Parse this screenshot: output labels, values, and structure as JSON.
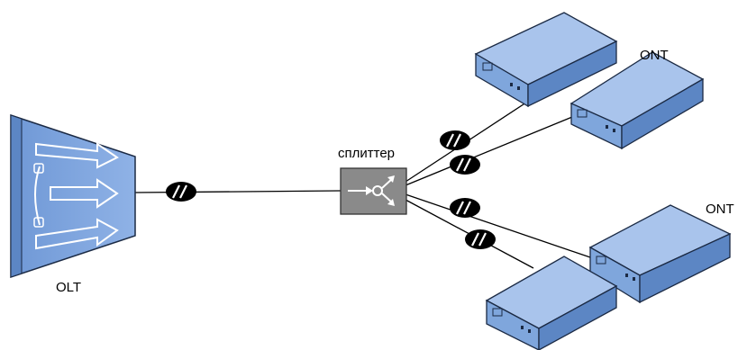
{
  "labels": {
    "olt": "OLT",
    "splitter": "сплиттер",
    "ont_top": "ONT",
    "ont_bottom": "ONT"
  },
  "colors": {
    "device_face": "#7FA6DC",
    "device_top": "#A9C4EC",
    "device_side": "#5C86C4",
    "device_stroke": "#1b2a44",
    "splitter_fill": "#8a8a8a",
    "fiber": "#000000"
  },
  "icons": {
    "olt": "olt-transmitter-icon",
    "splitter": "optical-splitter-icon",
    "ont": "ont-terminal-icon",
    "connector": "fiber-connector-icon"
  }
}
